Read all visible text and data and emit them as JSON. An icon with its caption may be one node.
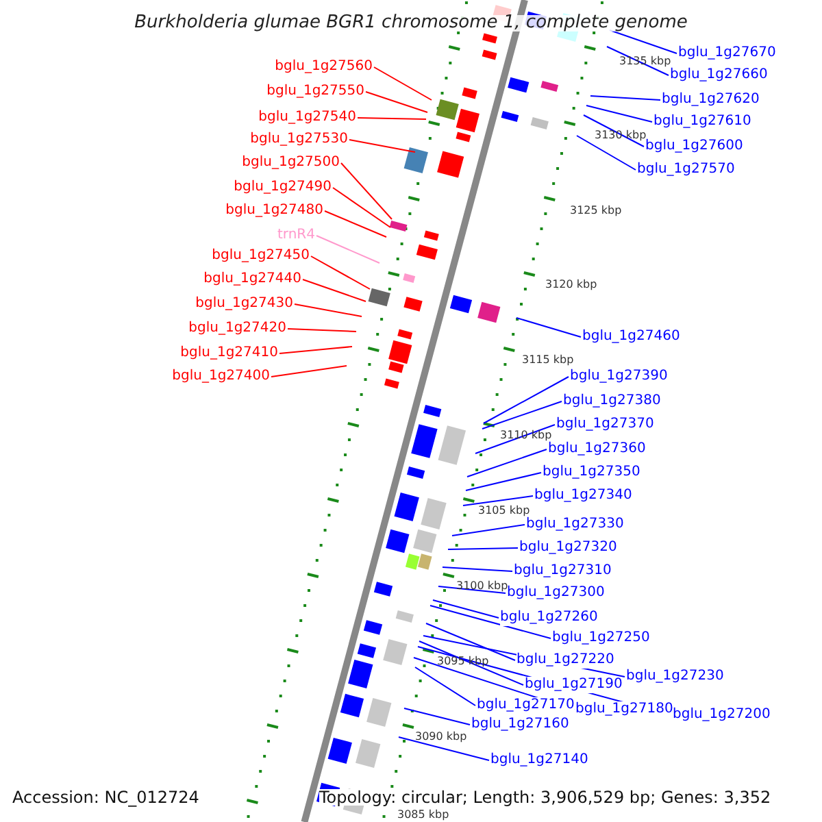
{
  "diagram": {
    "title": "Burkholderia glumae BGR1 chromosome 1, complete genome",
    "nodes": [
      {
        "text": [
          "bglu_1g27560"
        ]
      },
      {
        "text": [
          "bglu_1g27550"
        ]
      },
      {
        "text": [
          "bglu_1g27540"
        ]
      },
      {
        "text": [
          "bglu_1g27530"
        ]
      },
      {
        "text": [
          "bglu_1g27500"
        ]
      },
      {
        "text": [
          "bglu_1g27490"
        ]
      },
      {
        "text": [
          "bglu_1g27480"
        ]
      },
      {
        "text": [
          "trnR4"
        ]
      },
      {
        "text": [
          "bglu_1g27450"
        ]
      },
      {
        "text": [
          "bglu_1g27440"
        ]
      },
      {
        "text": [
          "bglu_1g27430"
        ]
      },
      {
        "text": [
          "bglu_1g27420"
        ]
      },
      {
        "text": [
          "bglu_1g27410"
        ]
      },
      {
        "text": [
          "bglu_1g27400"
        ]
      },
      {
        "text": [
          "bglu_1g27670"
        ]
      },
      {
        "text": [
          "bglu_1g27660"
        ]
      },
      {
        "text": [
          "bglu_1g27620"
        ]
      },
      {
        "text": [
          "bglu_1g27610"
        ]
      },
      {
        "text": [
          "bglu_1g27600"
        ]
      },
      {
        "text": [
          "bglu_1g27570"
        ]
      },
      {
        "text": [
          "bglu_1g27460"
        ]
      },
      {
        "text": [
          "bglu_1g27390"
        ]
      },
      {
        "text": [
          "bglu_1g27380"
        ]
      },
      {
        "text": [
          "bglu_1g27370"
        ]
      },
      {
        "text": [
          "bglu_1g27360"
        ]
      },
      {
        "text": [
          "bglu_1g27350"
        ]
      },
      {
        "text": [
          "bglu_1g27340"
        ]
      },
      {
        "text": [
          "bglu_1g27330"
        ]
      },
      {
        "text": [
          "bglu_1g27320"
        ]
      },
      {
        "text": [
          "bglu_1g27310"
        ]
      },
      {
        "text": [
          "bglu_1g27300"
        ]
      },
      {
        "text": [
          "bglu_1g27260"
        ]
      },
      {
        "text": [
          "bglu_1g27250"
        ]
      },
      {
        "text": [
          "bglu_1g27220"
        ]
      },
      {
        "text": [
          "bglu_1g27230"
        ]
      },
      {
        "text": [
          "bglu_1g27190"
        ]
      },
      {
        "text": [
          "bglu_1g27170"
        ]
      },
      {
        "text": [
          "bglu_1g27180"
        ]
      },
      {
        "text": [
          "bglu_1g27200"
        ]
      },
      {
        "text": [
          "bglu_1g27160"
        ]
      },
      {
        "text": [
          "bglu_1g27140"
        ]
      }
    ],
    "edges": [
      {
        "from": 0,
        "to": null,
        "arrow": "none",
        "color": "#ff0000"
      },
      {
        "from": 1,
        "to": null,
        "arrow": "none",
        "color": "#ff0000"
      },
      {
        "from": 2,
        "to": null,
        "arrow": "none",
        "color": "#ff0000"
      },
      {
        "from": 3,
        "to": null,
        "arrow": "none",
        "color": "#ff0000"
      },
      {
        "from": 4,
        "to": null,
        "arrow": "none",
        "color": "#ff0000"
      },
      {
        "from": 5,
        "to": null,
        "arrow": "none",
        "color": "#ff0000"
      },
      {
        "from": 6,
        "to": null,
        "arrow": "none",
        "color": "#ff0000"
      },
      {
        "from": 7,
        "to": null,
        "arrow": "none",
        "color": "#ff99cc"
      },
      {
        "from": 8,
        "to": null,
        "arrow": "none",
        "color": "#ff0000"
      },
      {
        "from": 9,
        "to": null,
        "arrow": "none",
        "color": "#ff0000"
      },
      {
        "from": 10,
        "to": null,
        "arrow": "none",
        "color": "#ff0000"
      },
      {
        "from": 11,
        "to": null,
        "arrow": "none",
        "color": "#ff0000"
      },
      {
        "from": 12,
        "to": null,
        "arrow": "none",
        "color": "#ff0000"
      },
      {
        "from": 13,
        "to": null,
        "arrow": "none",
        "color": "#ff0000"
      },
      {
        "from": 14,
        "to": null,
        "arrow": "none"
      },
      {
        "from": 15,
        "to": null,
        "arrow": "none"
      },
      {
        "from": 16,
        "to": null,
        "arrow": "none"
      },
      {
        "from": 17,
        "to": null,
        "arrow": "none"
      },
      {
        "from": 18,
        "to": null,
        "arrow": "none"
      },
      {
        "from": 19,
        "to": null,
        "arrow": "none"
      },
      {
        "from": 20,
        "to": null,
        "arrow": "none"
      },
      {
        "from": 21,
        "to": null,
        "arrow": "none"
      },
      {
        "from": 22,
        "to": null,
        "arrow": "none"
      },
      {
        "from": 23,
        "to": null,
        "arrow": "none"
      },
      {
        "from": 24,
        "to": null,
        "arrow": "none"
      },
      {
        "from": 25,
        "to": null,
        "arrow": "none"
      },
      {
        "from": 26,
        "to": null,
        "arrow": "none"
      },
      {
        "from": 27,
        "to": null,
        "arrow": "none"
      },
      {
        "from": 28,
        "to": null,
        "arrow": "none"
      },
      {
        "from": 29,
        "to": null,
        "arrow": "none"
      },
      {
        "from": 30,
        "to": null,
        "arrow": "none"
      },
      {
        "from": 31,
        "to": null,
        "arrow": "none"
      },
      {
        "from": 32,
        "to": null,
        "arrow": "none"
      },
      {
        "from": 33,
        "to": null,
        "arrow": "none"
      },
      {
        "from": 34,
        "to": null,
        "arrow": "none"
      },
      {
        "from": 35,
        "to": null,
        "arrow": "none"
      },
      {
        "from": 36,
        "to": null,
        "arrow": "none"
      },
      {
        "from": 37,
        "to": null,
        "arrow": "none"
      },
      {
        "from": 38,
        "to": null,
        "arrow": "none"
      },
      {
        "from": 39,
        "to": null,
        "arrow": "none"
      },
      {
        "from": 40,
        "to": null,
        "arrow": "none"
      }
    ],
    "labels": [
      "3135 kbp",
      "3130 kbp",
      "3125 kbp",
      "3120 kbp",
      "3115 kbp",
      "3110 kbp",
      "3105 kbp",
      "3100 kbp",
      "3095 kbp",
      "3090 kbp",
      "Accession: NC_012724",
      "Topology: circular; Length: 3,906,529 bp; Genes: 3,352",
      "3085 kbp"
    ]
  }
}
